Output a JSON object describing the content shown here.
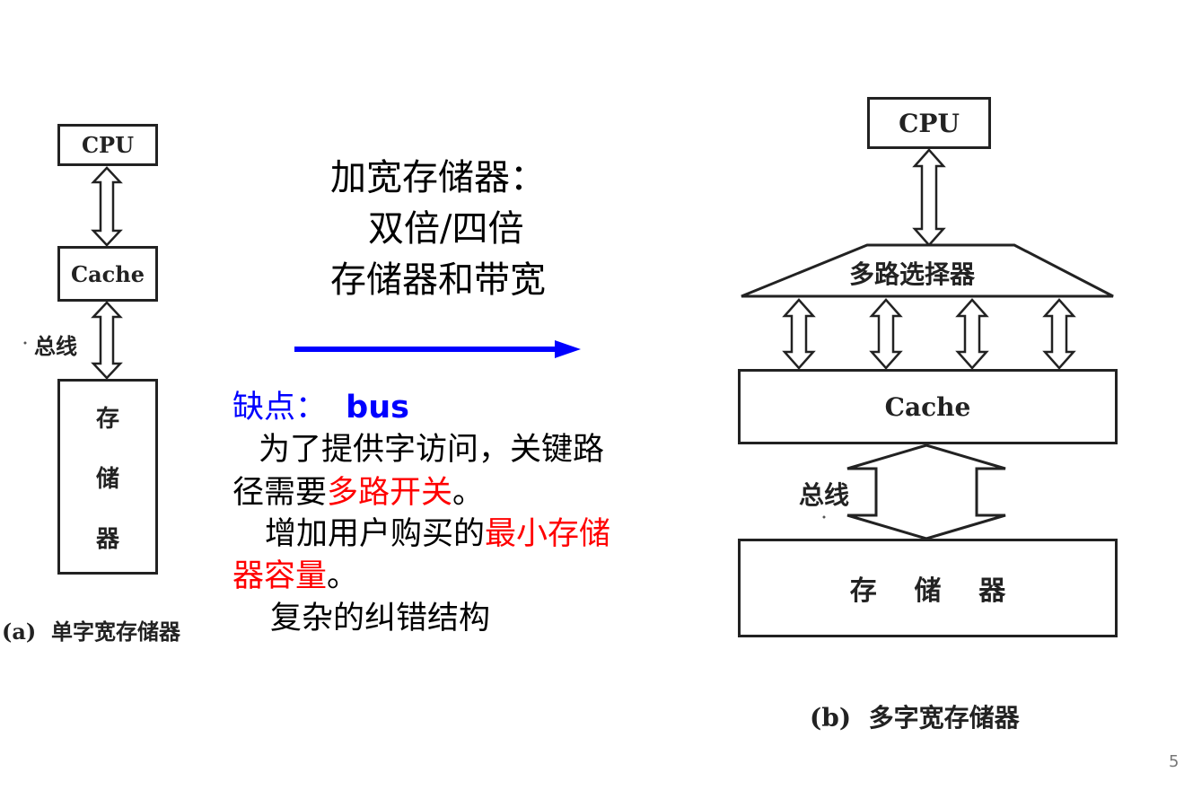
{
  "left_diagram": {
    "cpu_label": "CPU",
    "cache_label": "Cache",
    "bus_label": "总线",
    "memory_chars": [
      "存",
      "储",
      "器"
    ],
    "caption": "(a)  单字宽存储器"
  },
  "center": {
    "title_lines": [
      "加宽存储器：",
      "双倍/四倍",
      "存储器和带宽"
    ],
    "cons_label": "缺点：",
    "cons_keyword": "bus",
    "p1_line1": "为了提供字访问，关键路",
    "p1_line2_a": "径需要",
    "p1_line2_red": "多路开关",
    "p1_line2_b": "。",
    "p2_line1_a": "增加用户购买的",
    "p2_line1_red": "最小存储",
    "p2_line2_red": "器容量",
    "p2_line2_b": "。",
    "p3": "复杂的纠错结构",
    "arrow_color": "#0000ff"
  },
  "right_diagram": {
    "cpu_label": "CPU",
    "mux_label": "多路选择器",
    "cache_label": "Cache",
    "bus_label": "总线",
    "memory_label": "存    储    器",
    "caption": "(b)  多字宽存储器"
  },
  "page_number": "5"
}
